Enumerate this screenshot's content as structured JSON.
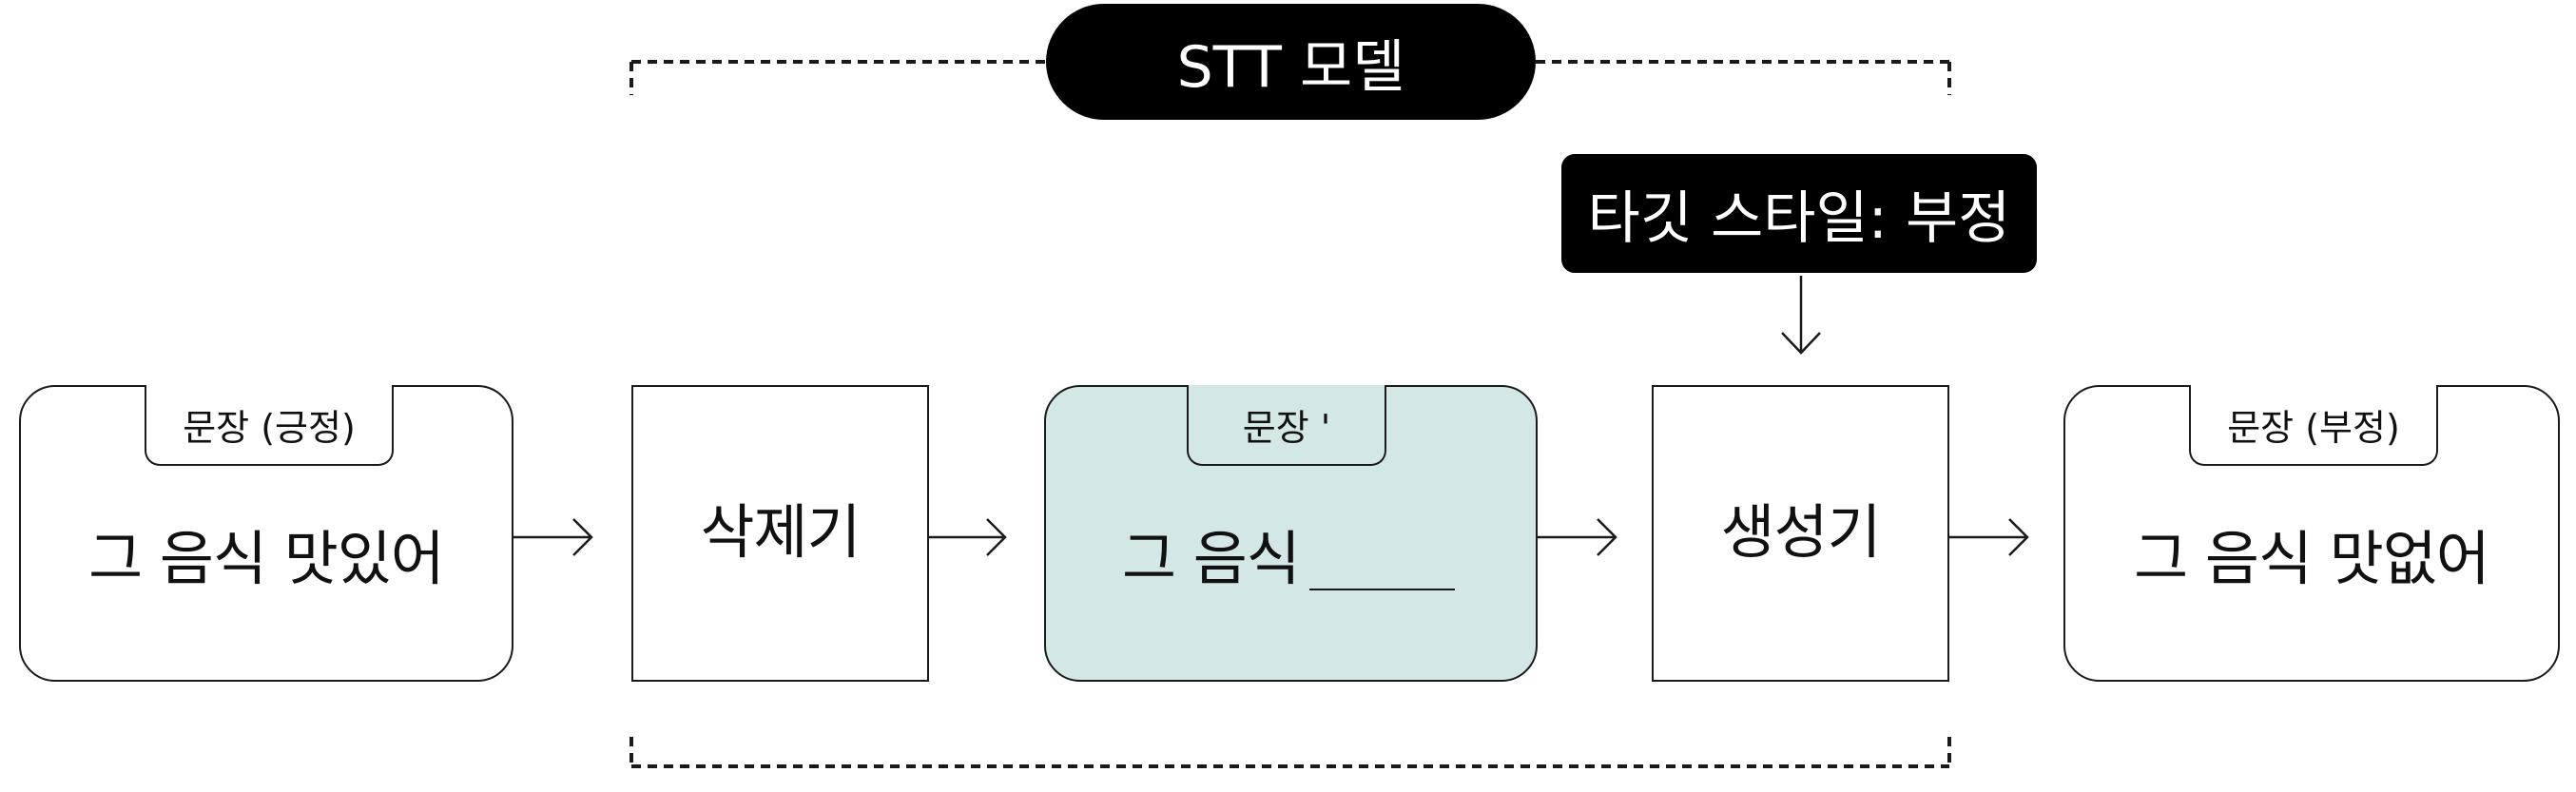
{
  "model": {
    "label": "STT 모델"
  },
  "target": {
    "label": "타깃 스타일: 부정"
  },
  "pipeline": {
    "source": {
      "tab": "문장 (긍정)",
      "text": "그 음식 맛있어"
    },
    "deleter": {
      "label": "삭제기"
    },
    "masked": {
      "tab": "문장 '",
      "text": "그 음식"
    },
    "generator": {
      "label": "생성기"
    },
    "result": {
      "tab": "문장 (부정)",
      "text": "그 음식 맛없어"
    }
  },
  "colors": {
    "ink": "#1a1a1a",
    "pill_fill": "#000000",
    "masked_fill": "#d3e8e6"
  }
}
